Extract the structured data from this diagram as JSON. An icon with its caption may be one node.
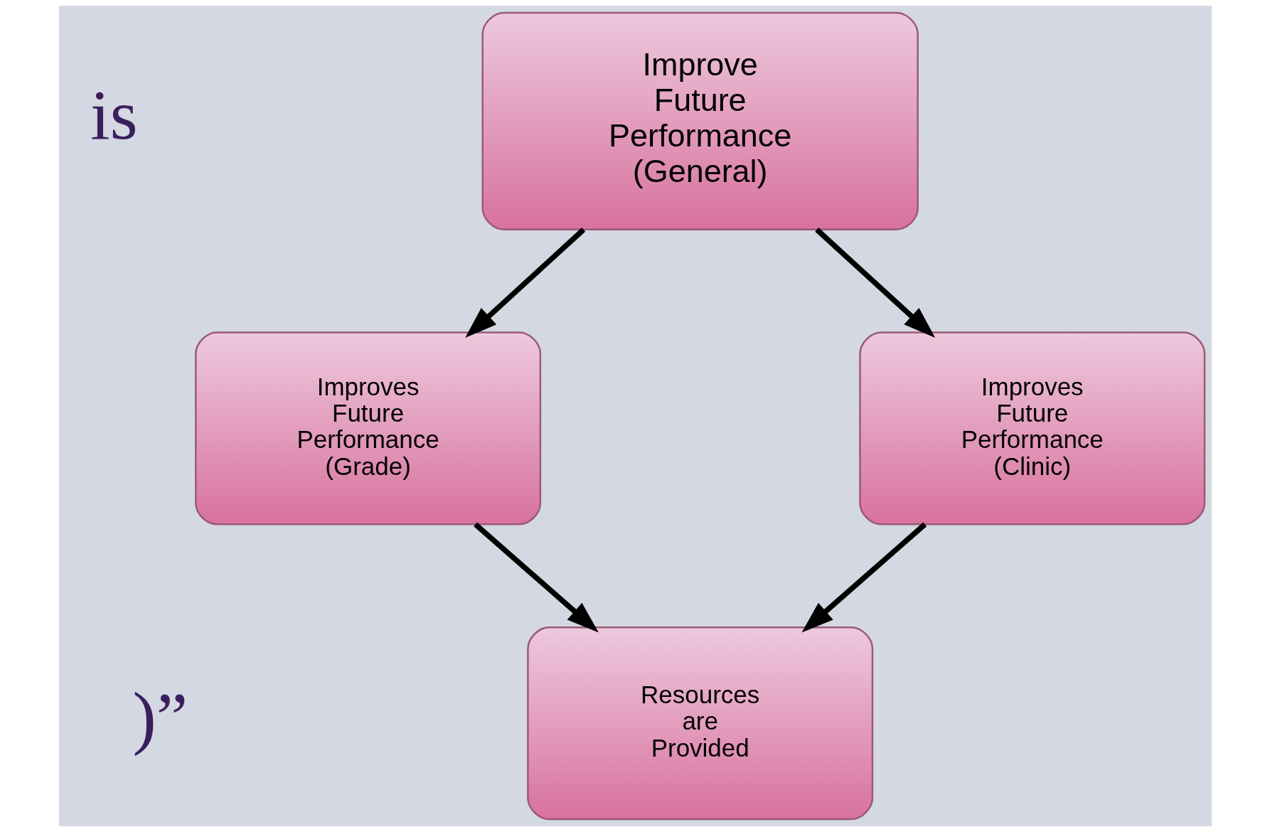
{
  "diagram": {
    "nodes": [
      {
        "text": [
          "Improve Future Performance (General)"
        ]
      },
      {
        "text": [
          "Improves Future Performance (Grade)"
        ]
      },
      {
        "text": [
          "Improves Future Performance (Clinic)"
        ]
      },
      {
        "text": [
          "Resources are Provided"
        ]
      }
    ],
    "edges": [
      {
        "from": 0,
        "to": 1,
        "arrow": "to"
      },
      {
        "from": 0,
        "to": 2,
        "arrow": "to"
      },
      {
        "from": 1,
        "to": 3,
        "arrow": "to"
      },
      {
        "from": 2,
        "to": 3,
        "arrow": "to"
      }
    ],
    "labels": [
      "is",
      ")”"
    ]
  }
}
